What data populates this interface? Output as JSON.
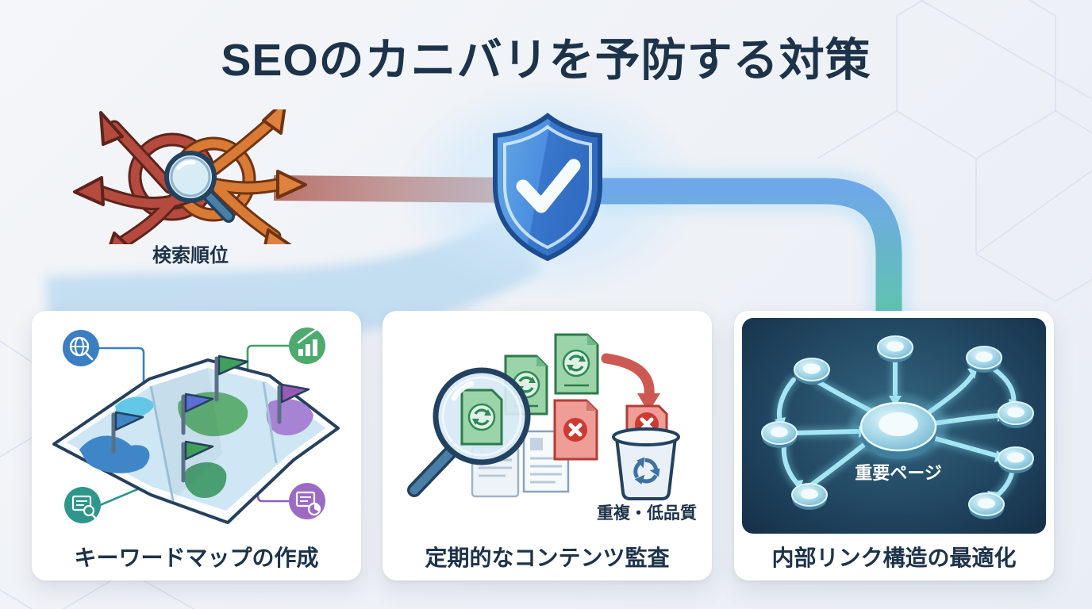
{
  "title": "SEOのカニバリを予防する対策",
  "source": {
    "label": "検索順位"
  },
  "cards": {
    "keyword_map": {
      "caption": "キーワードマップの作成"
    },
    "content_audit": {
      "caption": "定期的なコンテンツ監査",
      "note": "重複・低品質"
    },
    "internal_links": {
      "caption": "内部リンク構造の最適化",
      "hub_label": "重要ページ"
    }
  },
  "icons": {
    "problem": "tangled-arrows-with-magnifier",
    "protection": "shield-check",
    "card1_badges": [
      "globe-search",
      "growth-chart",
      "document-search",
      "document-pie"
    ],
    "card2": [
      "magnifier",
      "refresh-document",
      "error-document",
      "plain-document",
      "trash-recycle",
      "red-curved-arrow"
    ],
    "card3": [
      "hub-node",
      "satellite-nodes",
      "link-arrows"
    ]
  },
  "colors": {
    "background": "#eef1f6",
    "title_text": "#1d3349",
    "shield_blue": "#3a7bd5",
    "pipe_blue": "#6fa8e8",
    "pipe_teal": "#57c3ae",
    "alert_red": "#b5524a",
    "alert_orange": "#e0823f",
    "badge_blue": "#3a7fc1",
    "badge_green": "#4cab6d",
    "badge_teal": "#2e968a",
    "badge_purple": "#9b6bc4",
    "doc_green": "#9bd4a8",
    "doc_red": "#ee9d97",
    "panel_navy": "#1d3a52",
    "network_cyan": "#a5e6f4"
  }
}
